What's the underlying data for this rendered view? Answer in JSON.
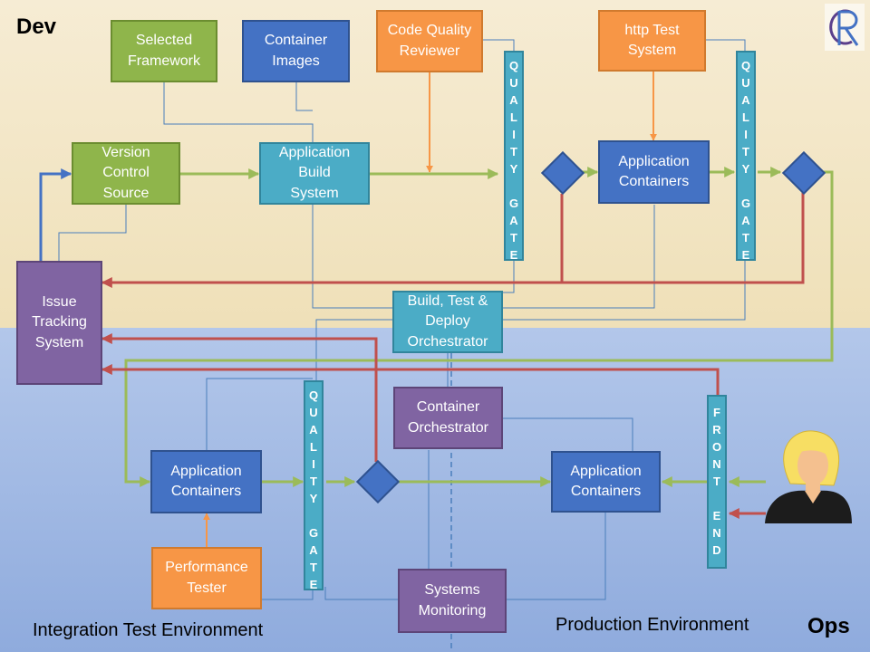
{
  "zones": {
    "dev": "Dev",
    "ops": "Ops"
  },
  "environments": {
    "integration": "Integration Test Environment",
    "production": "Production Environment"
  },
  "nodes": {
    "selected_framework": "Selected\nFramework",
    "container_images": "Container\nImages",
    "code_quality_reviewer": "Code Quality\nReviewer",
    "http_test_system": "http Test\nSystem",
    "version_control": "Version\nControl\nSource",
    "app_build": "Application\nBuild\nSystem",
    "dev_app_containers": "Application\nContainers",
    "issue_tracking": "Issue\nTracking\nSystem",
    "orchestrator": "Build, Test &\nDeploy\nOrchestrator",
    "container_orchestrator": "Container\nOrchestrator",
    "int_app_containers": "Application\nContainers",
    "prod_app_containers": "Application\nContainers",
    "performance_tester": "Performance\nTester",
    "systems_monitoring": "Systems\nMonitoring"
  },
  "gate_text": "QUALITY GATE",
  "front_end_text": "FRONT END",
  "colors": {
    "green": "#8fb54b",
    "blue": "#4472c4",
    "orange": "#f79646",
    "teal": "#4bacc6",
    "purple": "#8064a2",
    "flow_green": "#9bbb59",
    "flow_red": "#c0504d",
    "flow_blue": "#4472c4",
    "connector": "#4a7ebb"
  },
  "icons": {
    "logo": "cr-logo-icon",
    "user": "user-woman-icon"
  }
}
